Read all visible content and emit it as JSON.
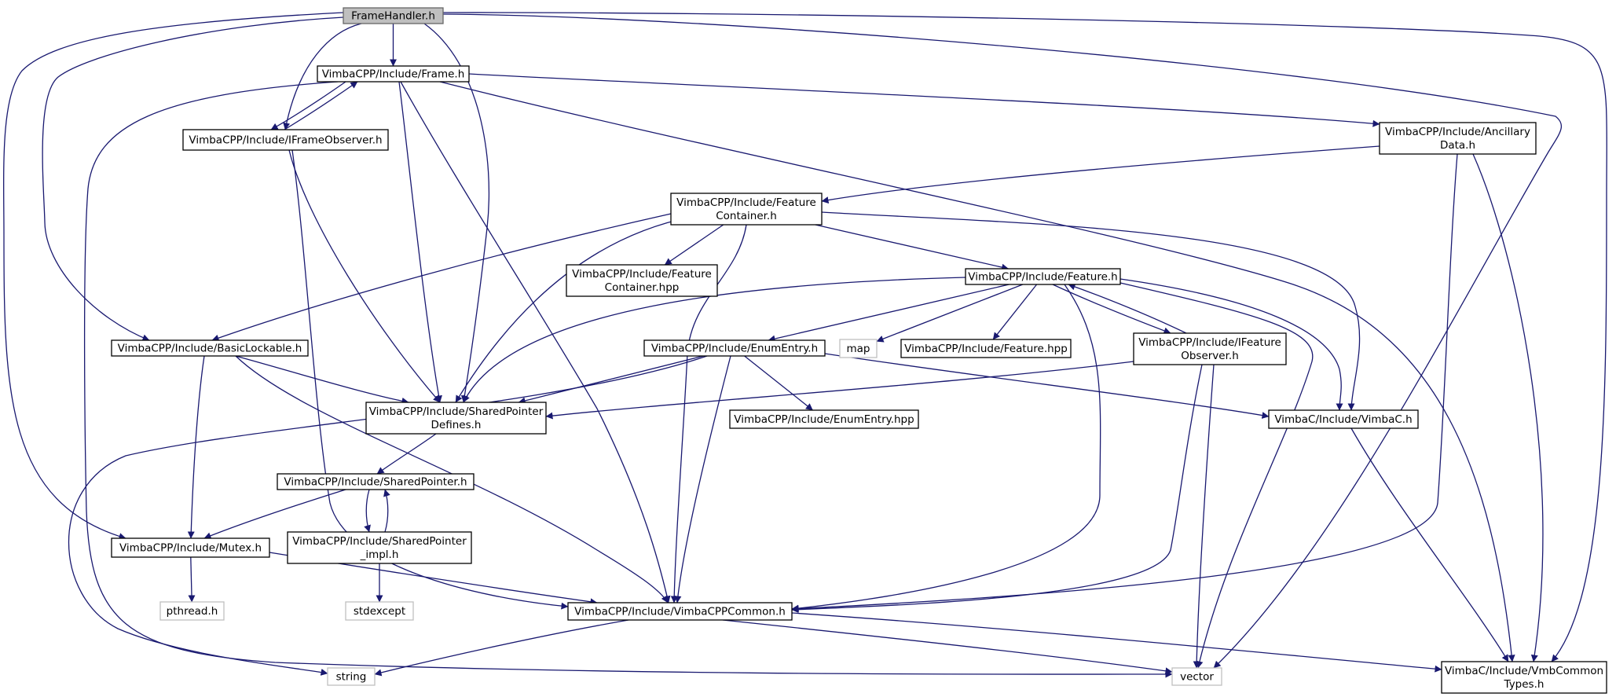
{
  "graph": {
    "edge_color": "#191970",
    "root_fill": "#bfbfbf",
    "nodes": [
      {
        "id": "framehandler",
        "lines": [
          "FrameHandler.h"
        ],
        "style": "root"
      },
      {
        "id": "frame",
        "lines": [
          "VimbaCPP/Include/Frame.h"
        ],
        "style": "normal"
      },
      {
        "id": "iframeobserver",
        "lines": [
          "VimbaCPP/Include/IFrameObserver.h"
        ],
        "style": "normal"
      },
      {
        "id": "ancillary",
        "lines": [
          "VimbaCPP/Include/Ancillary",
          "Data.h"
        ],
        "style": "normal"
      },
      {
        "id": "featurecontainer",
        "lines": [
          "VimbaCPP/Include/Feature",
          "Container.h"
        ],
        "style": "normal"
      },
      {
        "id": "featurecontainerhpp",
        "lines": [
          "VimbaCPP/Include/Feature",
          "Container.hpp"
        ],
        "style": "normal"
      },
      {
        "id": "feature",
        "lines": [
          "VimbaCPP/Include/Feature.h"
        ],
        "style": "normal"
      },
      {
        "id": "basiclockable",
        "lines": [
          "VimbaCPP/Include/BasicLockable.h"
        ],
        "style": "normal"
      },
      {
        "id": "enumentry",
        "lines": [
          "VimbaCPP/Include/EnumEntry.h"
        ],
        "style": "normal"
      },
      {
        "id": "map",
        "lines": [
          "map"
        ],
        "style": "sys"
      },
      {
        "id": "featurehpp",
        "lines": [
          "VimbaCPP/Include/Feature.hpp"
        ],
        "style": "normal"
      },
      {
        "id": "ifeatureobserver",
        "lines": [
          "VimbaCPP/Include/IFeature",
          "Observer.h"
        ],
        "style": "normal"
      },
      {
        "id": "spdefines",
        "lines": [
          "VimbaCPP/Include/SharedPointer",
          "Defines.h"
        ],
        "style": "normal"
      },
      {
        "id": "enumentryhpp",
        "lines": [
          "VimbaCPP/Include/EnumEntry.hpp"
        ],
        "style": "normal"
      },
      {
        "id": "vimbac",
        "lines": [
          "VimbaC/Include/VimbaC.h"
        ],
        "style": "normal"
      },
      {
        "id": "sharedpointer",
        "lines": [
          "VimbaCPP/Include/SharedPointer.h"
        ],
        "style": "normal"
      },
      {
        "id": "mutex",
        "lines": [
          "VimbaCPP/Include/Mutex.h"
        ],
        "style": "normal"
      },
      {
        "id": "spimpl",
        "lines": [
          "VimbaCPP/Include/SharedPointer",
          "_impl.h"
        ],
        "style": "normal"
      },
      {
        "id": "pthread",
        "lines": [
          "pthread.h"
        ],
        "style": "sys"
      },
      {
        "id": "stdexcept",
        "lines": [
          "stdexcept"
        ],
        "style": "sys"
      },
      {
        "id": "vimbacppcommon",
        "lines": [
          "VimbaCPP/Include/VimbaCPPCommon.h"
        ],
        "style": "normal"
      },
      {
        "id": "string",
        "lines": [
          "string"
        ],
        "style": "sys"
      },
      {
        "id": "vector",
        "lines": [
          "vector"
        ],
        "style": "sys"
      },
      {
        "id": "vmbcommontypes",
        "lines": [
          "VimbaC/Include/VmbCommon",
          "Types.h"
        ],
        "style": "normal"
      }
    ],
    "edges": [
      [
        "framehandler",
        "frame"
      ],
      [
        "framehandler",
        "iframeobserver"
      ],
      [
        "framehandler",
        "spdefines"
      ],
      [
        "framehandler",
        "basiclockable"
      ],
      [
        "framehandler",
        "mutex"
      ],
      [
        "framehandler",
        "vector"
      ],
      [
        "framehandler",
        "vmbcommontypes"
      ],
      [
        "frame",
        "iframeobserver"
      ],
      [
        "iframeobserver",
        "frame"
      ],
      [
        "frame",
        "ancillary"
      ],
      [
        "frame",
        "spdefines"
      ],
      [
        "frame",
        "vimbacppcommon"
      ],
      [
        "frame",
        "vmbcommontypes"
      ],
      [
        "frame",
        "vector"
      ],
      [
        "iframeobserver",
        "spdefines"
      ],
      [
        "iframeobserver",
        "vimbacppcommon"
      ],
      [
        "ancillary",
        "featurecontainer"
      ],
      [
        "ancillary",
        "vimbacppcommon"
      ],
      [
        "ancillary",
        "vmbcommontypes"
      ],
      [
        "featurecontainer",
        "featurecontainerhpp"
      ],
      [
        "featurecontainer",
        "feature"
      ],
      [
        "featurecontainer",
        "basiclockable"
      ],
      [
        "featurecontainer",
        "spdefines"
      ],
      [
        "featurecontainer",
        "vimbacppcommon"
      ],
      [
        "featurecontainer",
        "vimbac"
      ],
      [
        "feature",
        "enumentry"
      ],
      [
        "feature",
        "map"
      ],
      [
        "feature",
        "featurehpp"
      ],
      [
        "feature",
        "ifeatureobserver"
      ],
      [
        "ifeatureobserver",
        "feature"
      ],
      [
        "feature",
        "spdefines"
      ],
      [
        "feature",
        "vimbacppcommon"
      ],
      [
        "feature",
        "vimbac"
      ],
      [
        "feature",
        "vector"
      ],
      [
        "basiclockable",
        "spdefines"
      ],
      [
        "basiclockable",
        "mutex"
      ],
      [
        "basiclockable",
        "vimbacppcommon"
      ],
      [
        "enumentry",
        "spdefines"
      ],
      [
        "enumentry",
        "enumentryhpp"
      ],
      [
        "enumentry",
        "vimbac"
      ],
      [
        "enumentry",
        "vimbacppcommon"
      ],
      [
        "enumentry",
        "string"
      ],
      [
        "ifeatureobserver",
        "spdefines"
      ],
      [
        "ifeatureobserver",
        "vimbacppcommon"
      ],
      [
        "ifeatureobserver",
        "vector"
      ],
      [
        "spdefines",
        "sharedpointer"
      ],
      [
        "sharedpointer",
        "mutex"
      ],
      [
        "sharedpointer",
        "spimpl"
      ],
      [
        "spimpl",
        "sharedpointer"
      ],
      [
        "spimpl",
        "stdexcept"
      ],
      [
        "mutex",
        "pthread"
      ],
      [
        "mutex",
        "vimbacppcommon"
      ],
      [
        "vimbac",
        "vmbcommontypes"
      ],
      [
        "vimbacppcommon",
        "string"
      ],
      [
        "vimbacppcommon",
        "vector"
      ],
      [
        "vimbacppcommon",
        "vmbcommontypes"
      ]
    ]
  }
}
